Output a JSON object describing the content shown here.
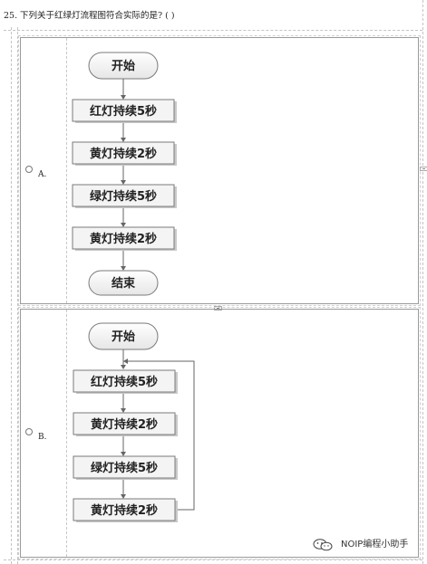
{
  "question": {
    "number": "25.",
    "text": "下列关于红绿灯流程图符合实际的是?  (      )"
  },
  "options": [
    {
      "label": "A.",
      "start": "开始",
      "steps": [
        "红灯持续5秒",
        "黄灯持续2秒",
        "绿灯持续5秒",
        "黄灯持续2秒"
      ],
      "end": "结束"
    },
    {
      "label": "B.",
      "start": "开始",
      "steps": [
        "红灯持续5秒",
        "黄灯持续2秒",
        "绿灯持续5秒",
        "黄灯持续2秒"
      ],
      "loop": true
    }
  ],
  "watermark": {
    "icon": "wechat-icon",
    "text": "NOIP编程小助手"
  }
}
